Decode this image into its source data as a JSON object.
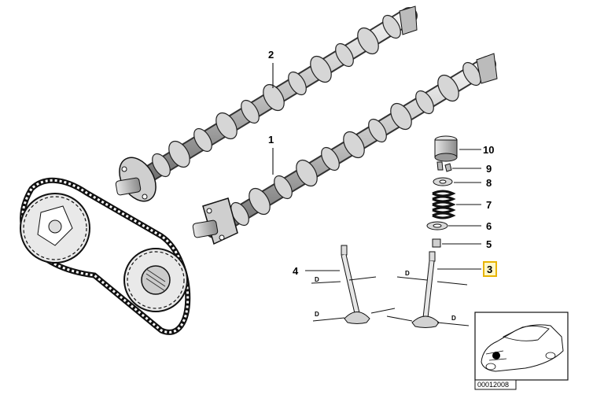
{
  "callouts": {
    "p1": "1",
    "p2": "2",
    "p3": "3",
    "p4": "4",
    "p5": "5",
    "p6": "6",
    "p7": "7",
    "p8": "8",
    "p9": "9",
    "p10": "10"
  },
  "dimension_label": "D",
  "reference_code": "00012008",
  "colors": {
    "highlight_border": "#e8b400",
    "highlight_fill": "#fff8c8",
    "line": "#111111"
  }
}
